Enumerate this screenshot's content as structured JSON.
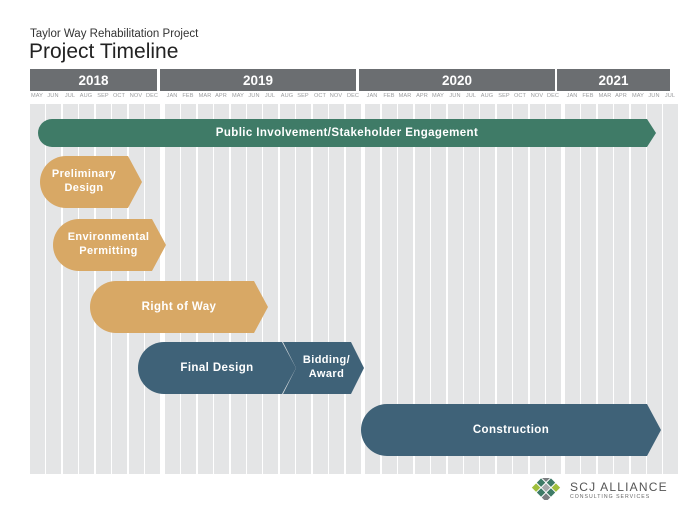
{
  "header": {
    "subtitle": "Taylor Way Rehabilitation Project",
    "title": "Project Timeline"
  },
  "years": [
    "2018",
    "2019",
    "2020",
    "2021"
  ],
  "months": {
    "2018": [
      "MAY",
      "JUN",
      "JUL",
      "AUG",
      "SEP",
      "OCT",
      "NOV",
      "DEC"
    ],
    "2019": [
      "JAN",
      "FEB",
      "MAR",
      "APR",
      "MAY",
      "JUN",
      "JUL",
      "AUG",
      "SEP",
      "OCT",
      "NOV",
      "DEC"
    ],
    "2020": [
      "JAN",
      "FEB",
      "MAR",
      "APR",
      "MAY",
      "JUN",
      "JUL",
      "AUG",
      "SEP",
      "OCT",
      "NOV",
      "DEC"
    ],
    "2021": [
      "JAN",
      "FEB",
      "MAR",
      "APR",
      "MAY",
      "JUN",
      "JUL"
    ]
  },
  "phases": {
    "public": "Public Involvement/Stakeholder Engagement",
    "preliminary": "Preliminary Design",
    "environmental": "Environmental Permitting",
    "row": "Right of Way",
    "final": "Final Design",
    "bidding": "Bidding/ Award",
    "construction": "Construction"
  },
  "colors": {
    "year_band": "#6b6e71",
    "grid": "#e4e5e6",
    "engagement": "#3f7b67",
    "design_phase": "#d8a865",
    "delivery_phase": "#3f6278"
  },
  "logo": {
    "name": "SCJ ALLIANCE",
    "tagline": "CONSULTING SERVICES"
  }
}
